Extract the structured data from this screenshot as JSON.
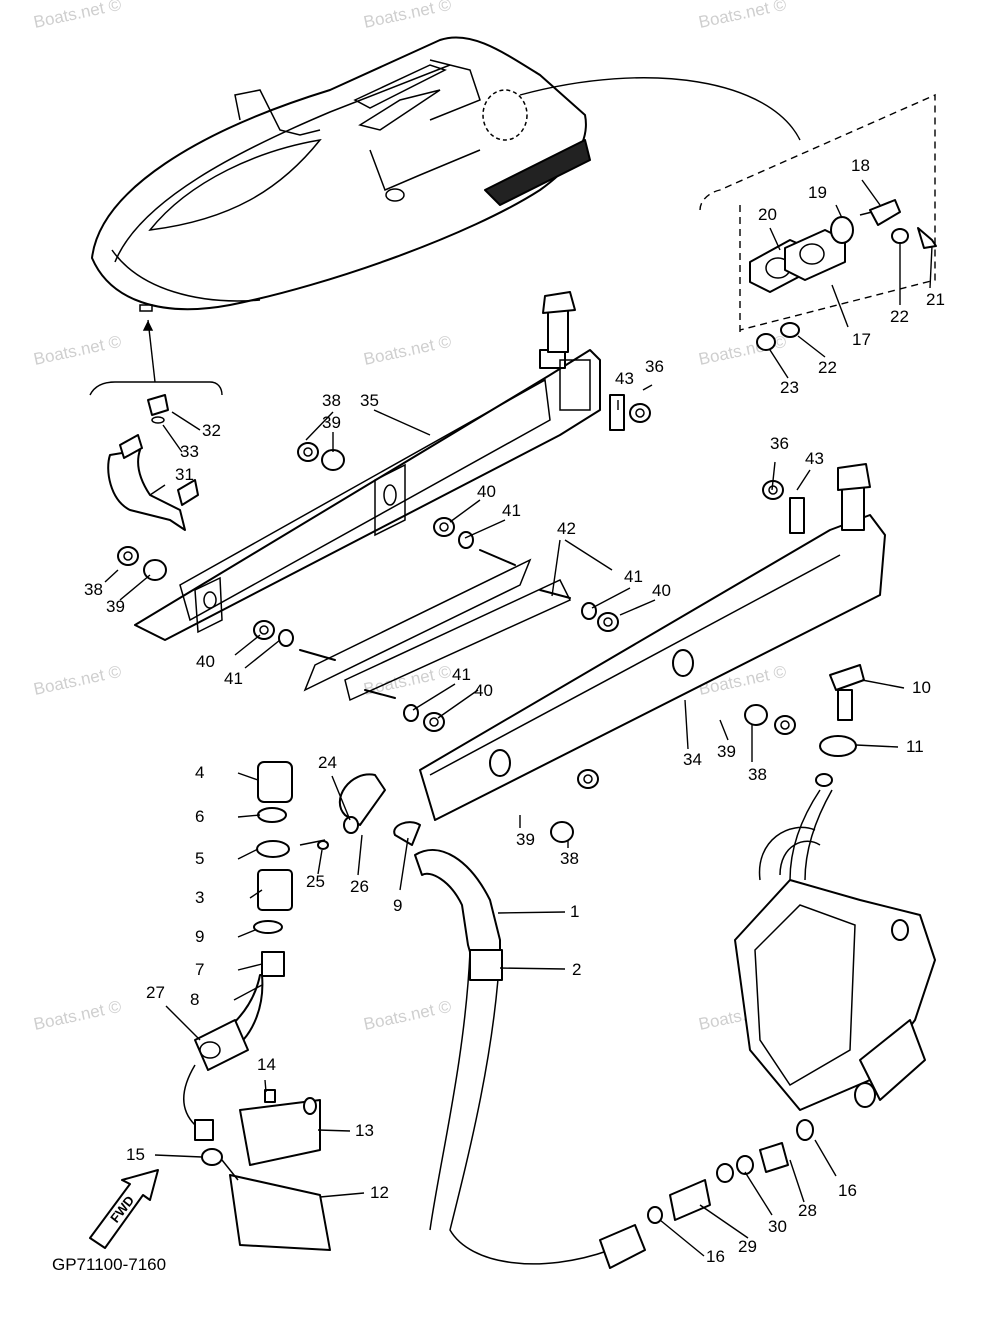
{
  "diagram": {
    "code": "GP71100-7160",
    "fwd_label": "FWD",
    "watermark": "Boats.net ©",
    "parts": [
      {
        "n": "1"
      },
      {
        "n": "2"
      },
      {
        "n": "3"
      },
      {
        "n": "4"
      },
      {
        "n": "5"
      },
      {
        "n": "6"
      },
      {
        "n": "7"
      },
      {
        "n": "8"
      },
      {
        "n": "9"
      },
      {
        "n": "9"
      },
      {
        "n": "10"
      },
      {
        "n": "11"
      },
      {
        "n": "12"
      },
      {
        "n": "13"
      },
      {
        "n": "14"
      },
      {
        "n": "15"
      },
      {
        "n": "16"
      },
      {
        "n": "16"
      },
      {
        "n": "17"
      },
      {
        "n": "18"
      },
      {
        "n": "19"
      },
      {
        "n": "20"
      },
      {
        "n": "21"
      },
      {
        "n": "22"
      },
      {
        "n": "22"
      },
      {
        "n": "23"
      },
      {
        "n": "24"
      },
      {
        "n": "25"
      },
      {
        "n": "26"
      },
      {
        "n": "27"
      },
      {
        "n": "28"
      },
      {
        "n": "29"
      },
      {
        "n": "30"
      },
      {
        "n": "31"
      },
      {
        "n": "32"
      },
      {
        "n": "33"
      },
      {
        "n": "34"
      },
      {
        "n": "35"
      },
      {
        "n": "36"
      },
      {
        "n": "36"
      },
      {
        "n": "38"
      },
      {
        "n": "38"
      },
      {
        "n": "38"
      },
      {
        "n": "38"
      },
      {
        "n": "39"
      },
      {
        "n": "39"
      },
      {
        "n": "39"
      },
      {
        "n": "39"
      },
      {
        "n": "40"
      },
      {
        "n": "40"
      },
      {
        "n": "40"
      },
      {
        "n": "40"
      },
      {
        "n": "41"
      },
      {
        "n": "41"
      },
      {
        "n": "41"
      },
      {
        "n": "41"
      },
      {
        "n": "42"
      },
      {
        "n": "43"
      },
      {
        "n": "43"
      }
    ]
  }
}
